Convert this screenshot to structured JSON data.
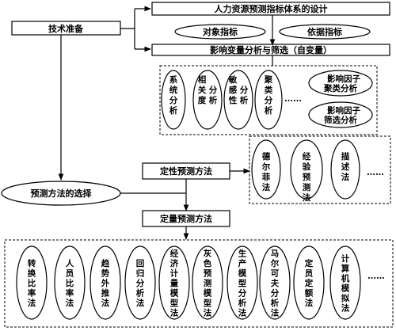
{
  "nodes": {
    "tech_prep": "技术准备",
    "system_design": "人力资源预测指标体系的设计",
    "object_indicator": "对象指标",
    "basis_indicator": "依据指标",
    "variable_analysis": "影响变量分析与筛选（自变量）",
    "analysis_methods": [
      "系统分析",
      "相关度分析",
      "敏感性分析",
      "聚类分析"
    ],
    "analysis_ellipsis": "……",
    "factor_cluster": [
      "影响因子",
      "聚类分析"
    ],
    "factor_screen": [
      "影响因子",
      "筛选分析"
    ],
    "method_choice": "预测方法的选择",
    "qualitative": "定性预测方法",
    "qualitative_methods": [
      "德尔菲法",
      "经验预测法",
      "描述法"
    ],
    "qualitative_ellipsis": "……",
    "quantitative": "定量预测方法",
    "quantitative_methods": [
      "转换比率法",
      "人员比率法",
      "趋势外推法",
      "回归分析法",
      "经济计量模型法",
      "灰色预测模型法",
      "生产模型分析法",
      "马尔可夫分析法",
      "定员定额法",
      "计算机模拟法"
    ],
    "quantitative_ellipsis": "……"
  }
}
